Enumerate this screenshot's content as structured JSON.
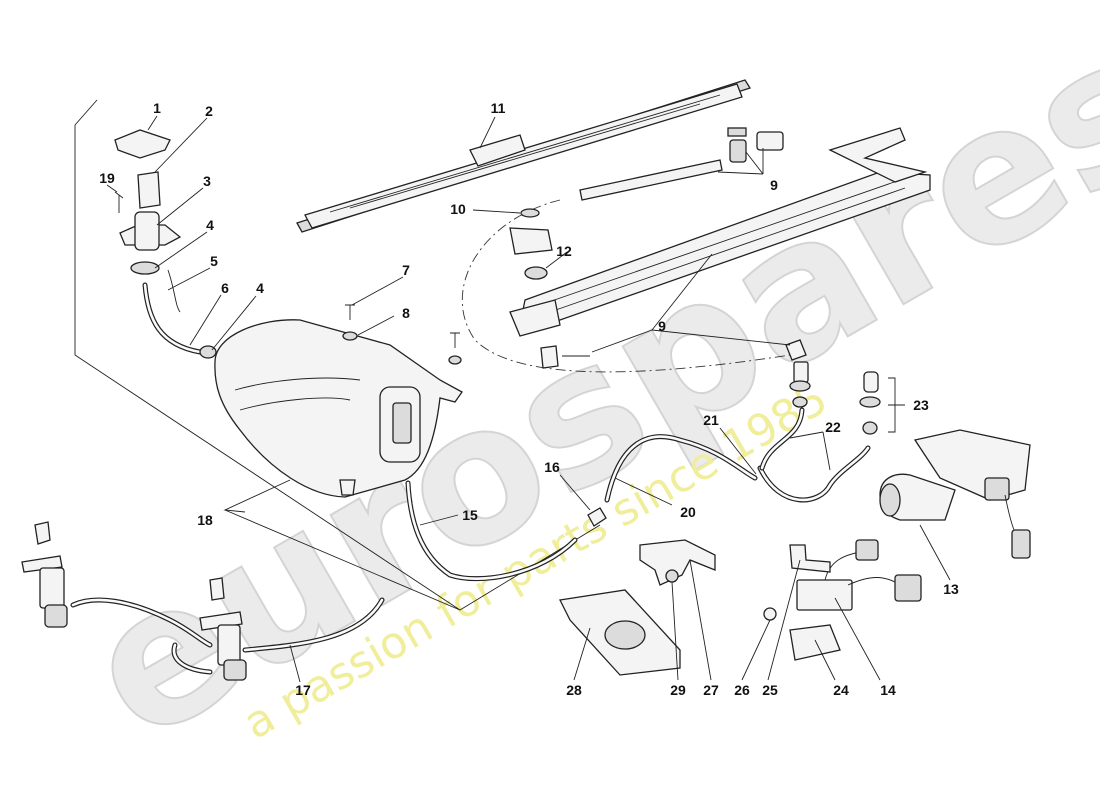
{
  "watermark": {
    "brand": "eurospares",
    "tagline": "a passion for parts since 1985"
  },
  "callouts": {
    "c1": "1",
    "c2": "2",
    "c3": "3",
    "c4a": "4",
    "c4b": "4",
    "c5": "5",
    "c6": "6",
    "c7": "7",
    "c8": "8",
    "c9a": "9",
    "c9b": "9",
    "c10": "10",
    "c11": "11",
    "c12": "12",
    "c13": "13",
    "c14": "14",
    "c15": "15",
    "c16": "16",
    "c17": "17",
    "c18": "18",
    "c19": "19",
    "c20": "20",
    "c21": "21",
    "c22": "22",
    "c23": "23",
    "c24": "24",
    "c25": "25",
    "c26": "26",
    "c27": "27",
    "c28": "28",
    "c29": "29"
  },
  "colors": {
    "line": "#222222",
    "watermark_outline": "#d4d4d4",
    "watermark_tagline": "#f0ee9a"
  }
}
